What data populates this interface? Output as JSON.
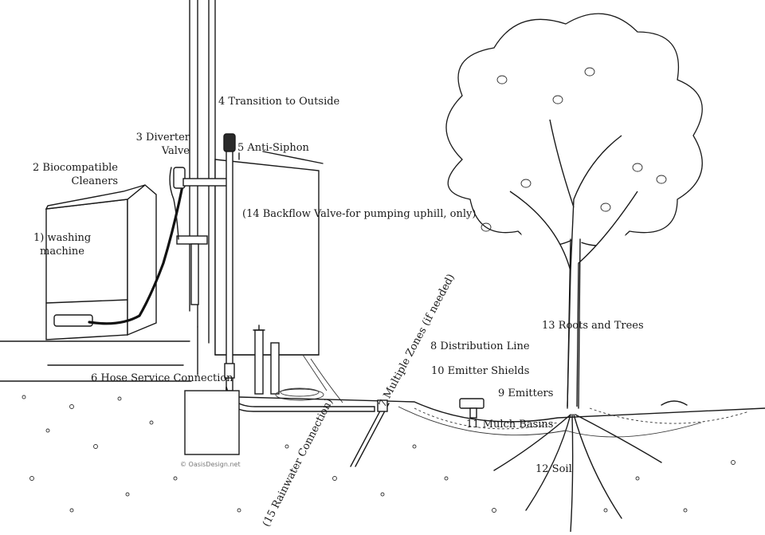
{
  "labels": {
    "washing_machine_line1": "1) washing",
    "washing_machine_line2": "machine",
    "cleaners_line1": "2 Biocompatible",
    "cleaners_line2": "Cleaners",
    "diverter_line1": "3 Diverter",
    "diverter_line2": "Valve",
    "transition": "4 Transition to Outside",
    "anti_siphon": "5 Anti-Siphon",
    "backflow": "(14 Backflow Valve-for pumping uphill, only)",
    "hose_service": "6 Hose Service Connection",
    "multiple_zones": "7 Multiple Zones (if needed)",
    "distribution_line": "8 Distribution Line",
    "emitters": "9 Emitters",
    "emitter_shields": "10 Emitter Shields",
    "mulch_basins": "11 Mulch Basins",
    "soil": "12 Soil",
    "roots_trees": "13 Roots and Trees",
    "rainwater": "(15 Rainwater Connection)"
  },
  "credit": "© OasisDesign.net"
}
